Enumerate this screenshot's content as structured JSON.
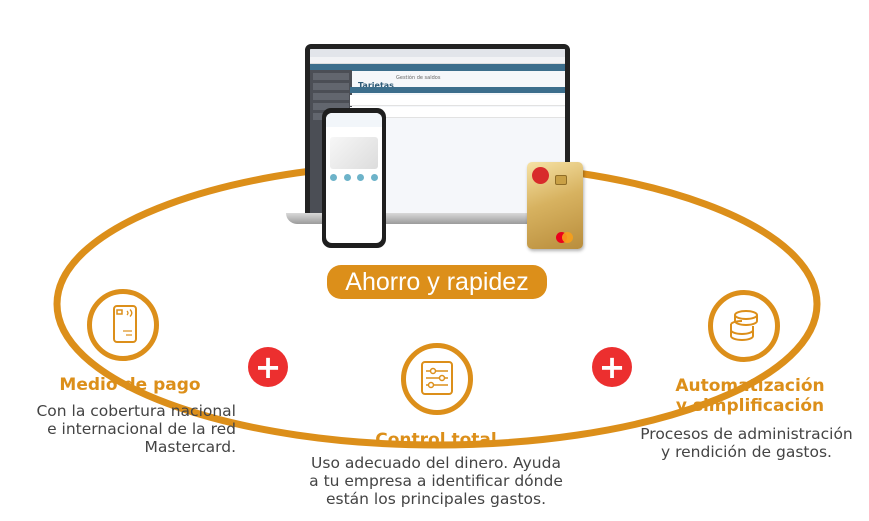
{
  "headline": "Ahorro y rapidez",
  "features": [
    {
      "title": "Medio de pago",
      "description_lines": [
        "Con la cobertura nacional",
        "e internacional de la red",
        "Mastercard."
      ],
      "icon": "card-icon"
    },
    {
      "title": "Control total",
      "description_lines": [
        "Uso adecuado del dinero. Ayuda",
        "a tu empresa a identificar dónde",
        "están los principales gastos."
      ],
      "icon": "sliders-icon"
    },
    {
      "title_lines": [
        "Automatización",
        "y simplificación"
      ],
      "description_lines": [
        "Procesos de administración",
        "y rendición de gastos."
      ],
      "icon": "coins-icon"
    }
  ],
  "plus_symbol": "+",
  "laptop_screen": {
    "page_title": "Tarjetas",
    "page_subtitle": "Gestión de saldos"
  },
  "colors": {
    "accent": "#dc8f1a",
    "plus": "#ec2f2f"
  }
}
